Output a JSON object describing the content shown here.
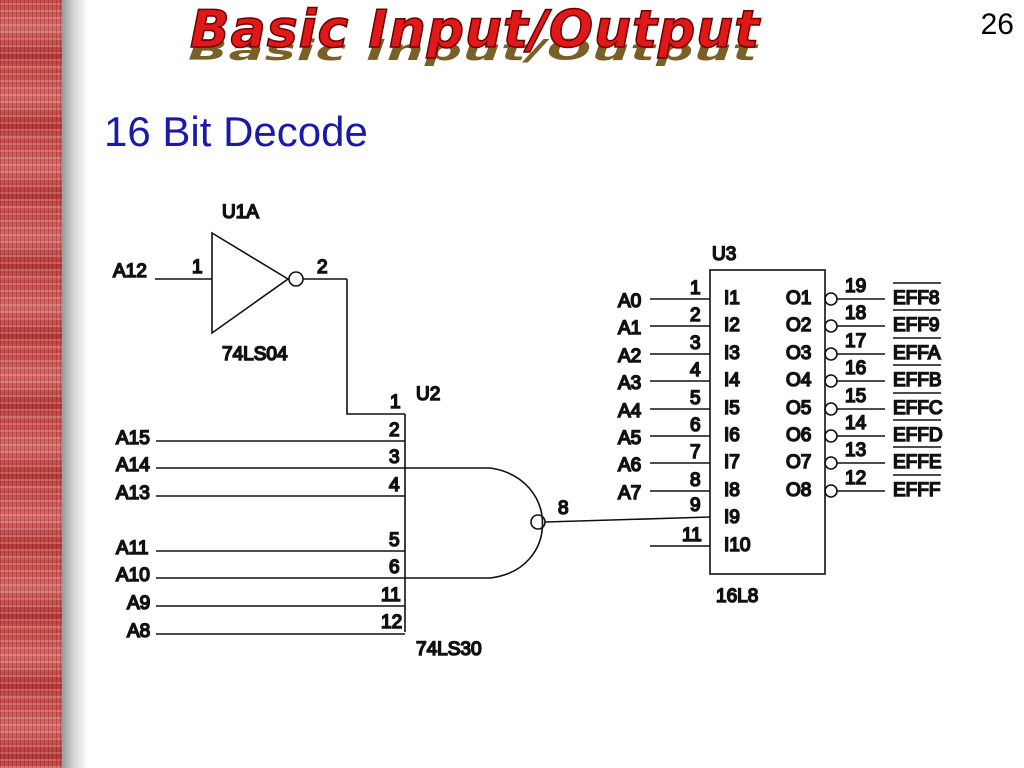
{
  "slide": {
    "title": "Basic Input/Output",
    "number": "26",
    "subtitle": "16 Bit Decode"
  },
  "colors": {
    "title_red": "#e01818",
    "subtitle_blue": "#1a1aa8",
    "side_strip": "#c94a4a"
  },
  "diagram": {
    "inverter": {
      "ref": "U1A",
      "part": "74LS04",
      "input_signal": "A12",
      "input_pin": "1",
      "output_pin": "2"
    },
    "nand": {
      "ref": "U2",
      "part": "74LS30",
      "pin1": "1",
      "output_pin": "8",
      "inputs": [
        {
          "signal": "A15",
          "pin": "2"
        },
        {
          "signal": "A14",
          "pin": "3"
        },
        {
          "signal": "A13",
          "pin": "4"
        },
        {
          "signal": "A11",
          "pin": "5"
        },
        {
          "signal": "A10",
          "pin": "6"
        },
        {
          "signal": "A9",
          "pin": "11"
        },
        {
          "signal": "A8",
          "pin": "12"
        }
      ]
    },
    "pld": {
      "ref": "U3",
      "part": "16L8",
      "inputs": [
        {
          "signal": "A0",
          "pin": "1",
          "name": "I1"
        },
        {
          "signal": "A1",
          "pin": "2",
          "name": "I2"
        },
        {
          "signal": "A2",
          "pin": "3",
          "name": "I3"
        },
        {
          "signal": "A3",
          "pin": "4",
          "name": "I4"
        },
        {
          "signal": "A4",
          "pin": "5",
          "name": "I5"
        },
        {
          "signal": "A5",
          "pin": "6",
          "name": "I6"
        },
        {
          "signal": "A6",
          "pin": "7",
          "name": "I7"
        },
        {
          "signal": "A7",
          "pin": "8",
          "name": "I8"
        },
        {
          "signal": "",
          "pin": "9",
          "name": "I9"
        },
        {
          "signal": "",
          "pin": "11",
          "name": "I10"
        }
      ],
      "outputs": [
        {
          "name": "O1",
          "pin": "19",
          "signal": "EFF8"
        },
        {
          "name": "O2",
          "pin": "18",
          "signal": "EFF9"
        },
        {
          "name": "O3",
          "pin": "17",
          "signal": "EFFA"
        },
        {
          "name": "O4",
          "pin": "16",
          "signal": "EFFB"
        },
        {
          "name": "O5",
          "pin": "15",
          "signal": "EFFC"
        },
        {
          "name": "O6",
          "pin": "14",
          "signal": "EFFD"
        },
        {
          "name": "O7",
          "pin": "13",
          "signal": "EFFE"
        },
        {
          "name": "O8",
          "pin": "12",
          "signal": "EFFF"
        }
      ]
    }
  }
}
